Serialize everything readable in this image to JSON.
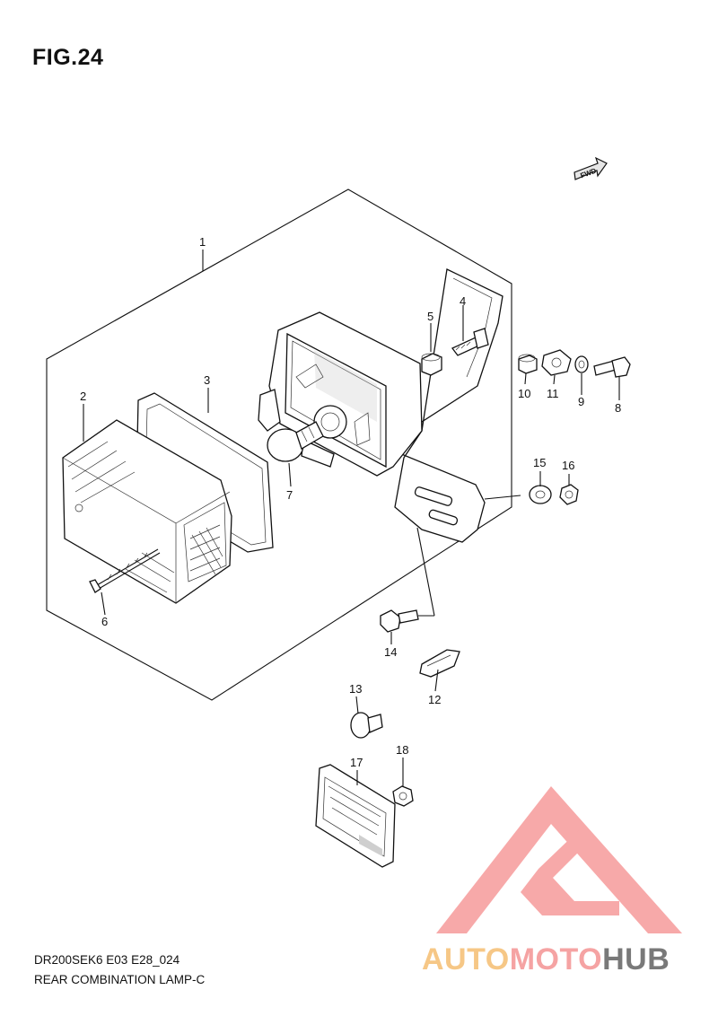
{
  "figure": {
    "title": "FIG.24",
    "model_code": "DR200SEK6 E03 E28_024",
    "section_name": "REAR COMBINATION LAMP-C"
  },
  "direction_badge": {
    "label": "FWD",
    "icon": "forward-arrow-icon"
  },
  "callouts": [
    "1",
    "2",
    "3",
    "4",
    "5",
    "6",
    "7",
    "8",
    "9",
    "10",
    "11",
    "12",
    "13",
    "14",
    "15",
    "16",
    "17",
    "18"
  ],
  "watermark": {
    "part1": "AUTO",
    "part2": "MOTO",
    "part3": "HUB",
    "colors": {
      "auto": "#f6c27a",
      "moto": "#f59a9a",
      "hub": "#6b6b6b",
      "triangle": "#f7a0a0"
    }
  }
}
